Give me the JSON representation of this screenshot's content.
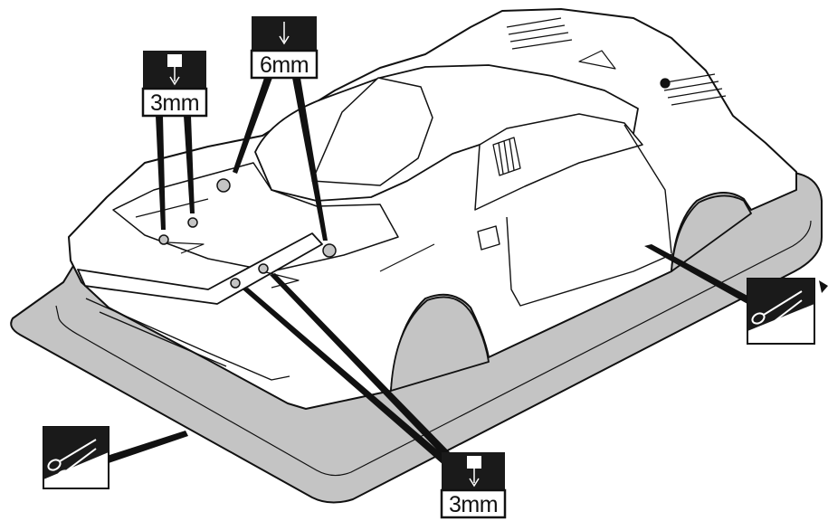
{
  "callouts": {
    "drill_left": {
      "size": "3mm",
      "icon": "drill-icon"
    },
    "drill_top": {
      "size": "6mm",
      "icon": "drill-icon"
    },
    "drill_bottom": {
      "size": "3mm",
      "icon": "drill-icon"
    },
    "cut_right": {
      "icon": "scissors-icon"
    },
    "cut_left": {
      "icon": "scissors-icon"
    }
  },
  "colors": {
    "tray_fill": "#c4c4c4",
    "line": "#111111",
    "body_fill": "#ffffff",
    "label_bg": "#1a1a1a"
  }
}
